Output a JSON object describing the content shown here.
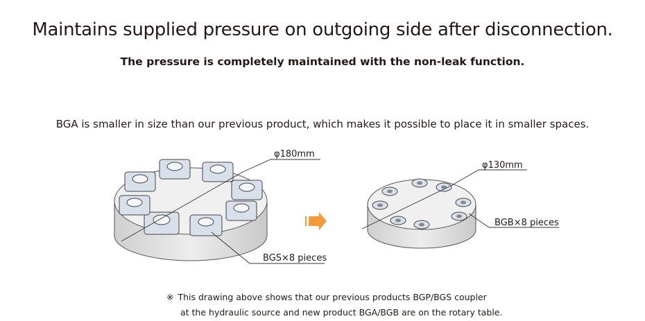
{
  "heading": {
    "title": "Maintains supplied pressure on outgoing side after disconnection.",
    "subtitle": "The pressure is completely maintained with the non-leak function."
  },
  "comparison": {
    "lead_text": "BGA is smaller in size than our previous product, which makes it possible to place it in smaller spaces.",
    "previous": {
      "diameter_label": "φ180mm",
      "pieces_label": "BGS×8 pieces"
    },
    "new": {
      "diameter_label": "φ130mm",
      "pieces_label": "BGB×8 pieces"
    }
  },
  "footnote": {
    "mark": "※",
    "line1": "This drawing above shows that our previous products BGP/BGS coupler",
    "line2": "at the hydraulic source and new product BGA/BGB are on the rotary table."
  },
  "colors": {
    "arrow": "#f39b3c",
    "table_side": "#e2e2e2",
    "table_top": "#efefef",
    "coupler": "#d8e0ec"
  }
}
